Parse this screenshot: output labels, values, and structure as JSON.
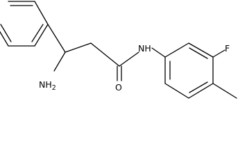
{
  "molecule": {
    "atoms": {
      "amine": "NH2",
      "amide_nitrogen": "NH",
      "carbonyl_oxygen": "O",
      "fluorine": "F"
    },
    "colors": {
      "bond": "#000000",
      "text": "#000000",
      "background": "#ffffff"
    }
  }
}
